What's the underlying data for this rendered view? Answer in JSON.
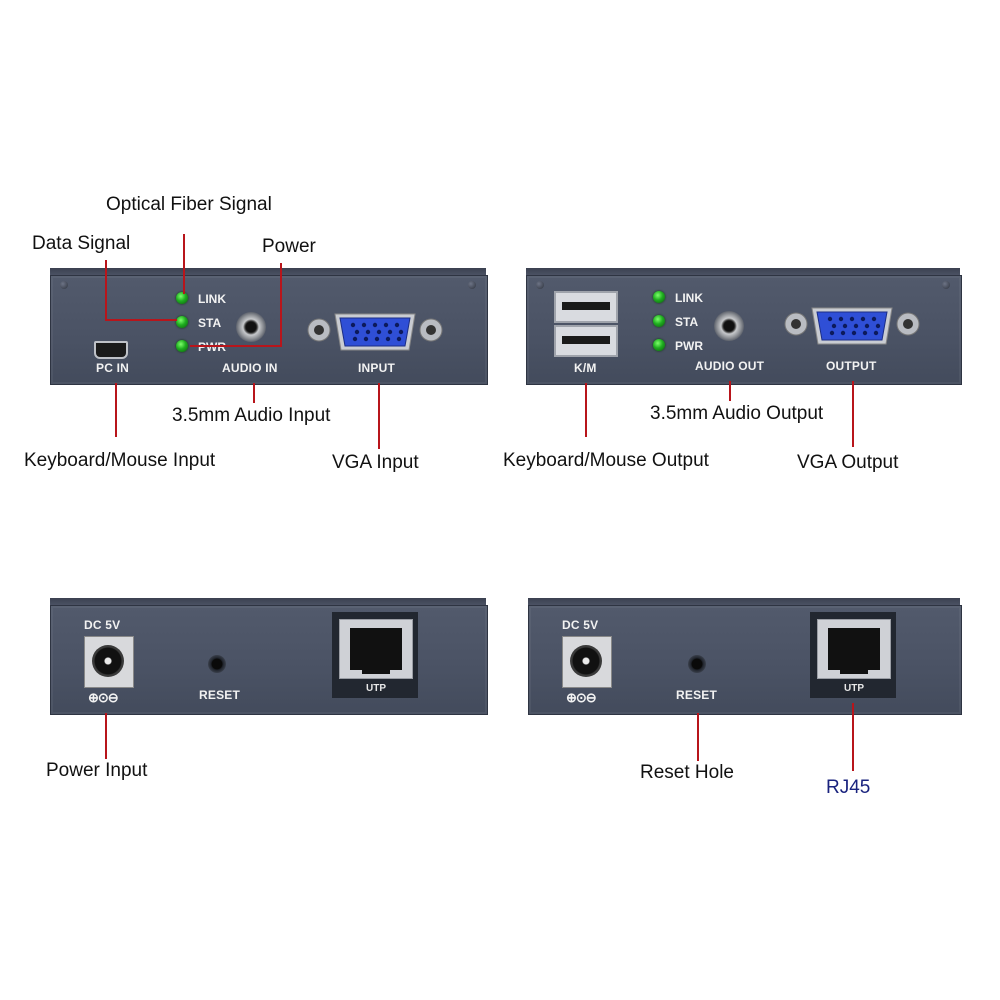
{
  "top_left": {
    "leds": [
      "LINK",
      "STA",
      "PWR"
    ],
    "ports": {
      "usb": "PC IN",
      "audio": "AUDIO IN",
      "vga": "INPUT"
    },
    "callouts": {
      "optical": "Optical Fiber Signal",
      "data": "Data Signal",
      "power": "Power",
      "audio": "3.5mm Audio Input",
      "keyboard": "Keyboard/Mouse Input",
      "vga": "VGA Input"
    }
  },
  "top_right": {
    "leds": [
      "LINK",
      "STA",
      "PWR"
    ],
    "ports": {
      "usb": "K/M",
      "audio": "AUDIO OUT",
      "vga": "OUTPUT"
    },
    "callouts": {
      "audio": "3.5mm Audio Output",
      "keyboard": "Keyboard/Mouse Output",
      "vga": "VGA Output"
    }
  },
  "bottom_left": {
    "ports": {
      "dc": "DC 5V",
      "polarity": "⊕⊙⊖",
      "reset": "RESET",
      "utp": "UTP"
    },
    "callouts": {
      "power": "Power Input"
    }
  },
  "bottom_right": {
    "ports": {
      "dc": "DC 5V",
      "polarity": "⊕⊙⊖",
      "reset": "RESET",
      "utp": "UTP"
    },
    "callouts": {
      "reset": "Reset Hole",
      "rj45": "RJ45"
    }
  },
  "colors": {
    "panel": "#4b5365",
    "callout_line": "#b8151b",
    "vga_blue": "#2f4fd6",
    "led_green": "#1fae20",
    "rj45_label": "#1a237e"
  }
}
